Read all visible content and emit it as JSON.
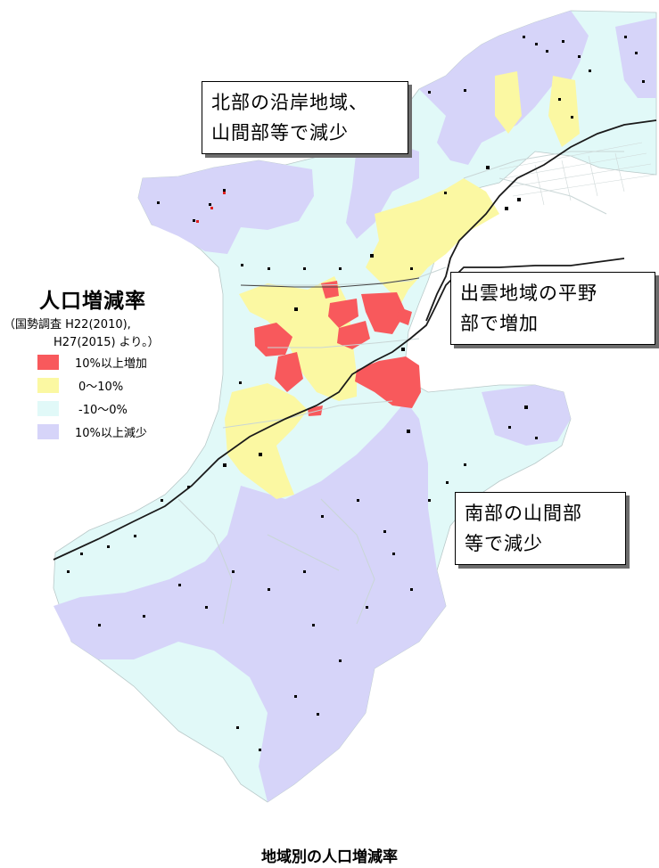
{
  "legend": {
    "title": "人口増減率",
    "source_line1": "（国勢調査 H22(2010),",
    "source_line2": "H27(2015) より。）",
    "items": [
      {
        "label": "10%以上増加",
        "color": "#f8595c"
      },
      {
        "label": "0～10%",
        "color": "#fbf8a2"
      },
      {
        "label": "-10～0%",
        "color": "#e1f9f8"
      },
      {
        "label": "10%以上減少",
        "color": "#d6d4f9"
      }
    ]
  },
  "callouts": {
    "north": {
      "line1": "北部の沿岸地域、",
      "line2": "山間部等で減少"
    },
    "izumo": {
      "line1": "出雲地域の平野",
      "line2": "部で増加"
    },
    "south": {
      "line1": "南部の山間部",
      "line2": "等で減少"
    }
  },
  "caption": "地域別の人口増減率",
  "colors": {
    "increase_high": "#f8595c",
    "increase_low": "#fbf8a2",
    "decrease_low": "#e1f9f8",
    "decrease_high": "#d6d4f9",
    "sea": "#ffffff",
    "roads": "#c9d6d6"
  }
}
